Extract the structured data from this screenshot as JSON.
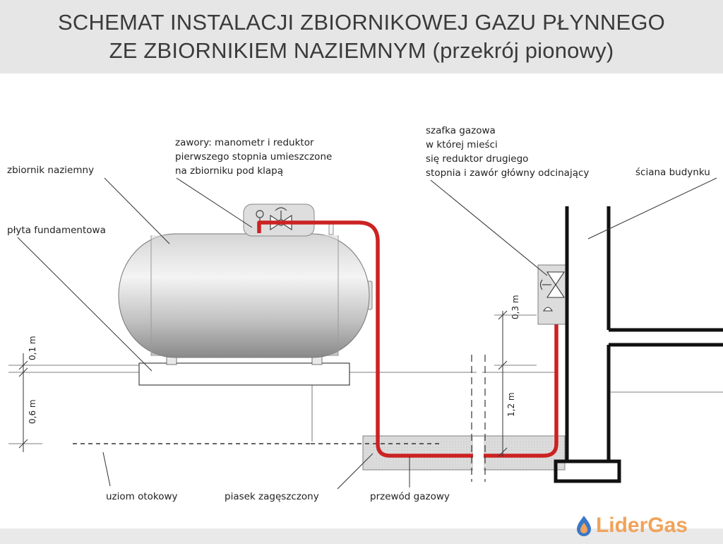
{
  "header": {
    "title_line1": "SCHEMAT INSTALACJI ZBIORNIKOWEJ GAZU PŁYNNEGO",
    "title_line2": "ZE ZBIORNIKIEM NAZIEMNYM (przekrój pionowy)"
  },
  "labels": {
    "zbiornik": "zbiornik naziemny",
    "plyta": "płyta fundamentowa",
    "zawory_1": "zawory: manometr i reduktor",
    "zawory_2": "pierwszego stopnia umieszczone",
    "zawory_3": "na zbiorniku pod klapą",
    "szafka_1": "szafka gazowa",
    "szafka_2": "w której mieści",
    "szafka_3": "się reduktor drugiego",
    "szafka_4": "stopnia i zawór główny odcinający",
    "sciana": "ściana budynku",
    "uziom": "uziom otokowy",
    "piasek": "piasek zagęszczony",
    "przewod": "przewód gazowy"
  },
  "dimensions": {
    "d01": "0,1 m",
    "d06": "0,6 m",
    "d03": "0,3 m",
    "d12": "1,2 m"
  },
  "logo": {
    "text": "LiderGas"
  },
  "colors": {
    "pipe": "#cc2222",
    "header_bg": "#e6e6e6",
    "logo": "#f0a35a"
  }
}
